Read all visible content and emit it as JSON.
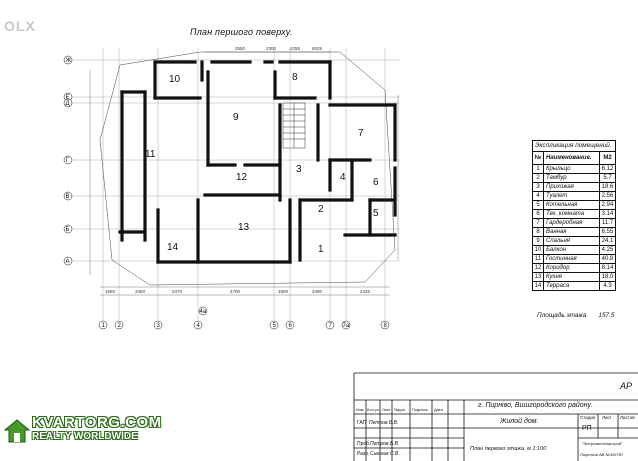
{
  "watermark_top": "OLX",
  "plan_title": "План першого поверху.",
  "rooms": [
    {
      "n": "1"
    },
    {
      "n": "2"
    },
    {
      "n": "3"
    },
    {
      "n": "4"
    },
    {
      "n": "5"
    },
    {
      "n": "6"
    },
    {
      "n": "7"
    },
    {
      "n": "8"
    },
    {
      "n": "9"
    },
    {
      "n": "10"
    },
    {
      "n": "11"
    },
    {
      "n": "12"
    },
    {
      "n": "13"
    },
    {
      "n": "14"
    }
  ],
  "axes_rows": [
    "Ж",
    "Е",
    "Д",
    "Г",
    "В",
    "Б",
    "А"
  ],
  "axes_cols": [
    "1",
    "2",
    "3",
    "4",
    "5",
    "6",
    "7",
    "7a",
    "8"
  ],
  "axis_extra": "4a",
  "dims_top": [
    "2550",
    "2300",
    "2255",
    "8025"
  ],
  "dims_bottom": [
    "1650",
    "3450",
    "3470",
    "4700",
    "1800",
    "3480",
    "2425"
  ],
  "explication": {
    "title": "Экспликация помещений.",
    "head": {
      "num": "№",
      "name": "Наименование.",
      "area": "М2"
    },
    "rows": [
      {
        "num": "1",
        "name": "Крыльцо",
        "area": "6.12"
      },
      {
        "num": "2",
        "name": "Тамбур",
        "area": "5.7"
      },
      {
        "num": "3",
        "name": "Прихожая",
        "area": "18.6"
      },
      {
        "num": "4",
        "name": "Туалет",
        "area": "2.56"
      },
      {
        "num": "5",
        "name": "Котельная",
        "area": "2.94"
      },
      {
        "num": "6",
        "name": "Тех. комната",
        "area": "3.14"
      },
      {
        "num": "7",
        "name": "Гардеробная",
        "area": "11.7"
      },
      {
        "num": "8",
        "name": "Ванная",
        "area": "6.55"
      },
      {
        "num": "9",
        "name": "Спальня",
        "area": "24.1"
      },
      {
        "num": "10",
        "name": "Балкон",
        "area": "4.25"
      },
      {
        "num": "11",
        "name": "Гостинная",
        "area": "40.8"
      },
      {
        "num": "12",
        "name": "Коридор",
        "area": "8.14"
      },
      {
        "num": "13",
        "name": "Кухня",
        "area": "18.0"
      },
      {
        "num": "14",
        "name": "Терраса",
        "area": "4.3"
      }
    ],
    "total_label": "Площадь этажа",
    "total_value": "157.5"
  },
  "title_block": {
    "code": "АР",
    "location": "г. Пирнiво, Вишгородского району.",
    "object": "Жилой дом.",
    "sheet_name": "План первого этажа. м 1:100",
    "stage_label": "Стадия",
    "sheet_label": "Лист",
    "sheets_label": "Листов",
    "stage": "РП",
    "org": "\"Энергомонтажстрой\"",
    "license": "Лицензия АВ №436787",
    "cols": [
      "Изм.",
      "Кол.уч.",
      "Лист",
      "№док.",
      "Подпись",
      "Дата"
    ],
    "gap": "ГАП",
    "gap_name": "Петров Б.В.",
    "check": "Проб.",
    "check_name": "Петров Б.В.",
    "dev": "Разр.",
    "dev_name": "Сымник С.В."
  },
  "watermark": {
    "main": "KVARTORG.COM",
    "sub": "REALTY WORLDWIDE"
  }
}
